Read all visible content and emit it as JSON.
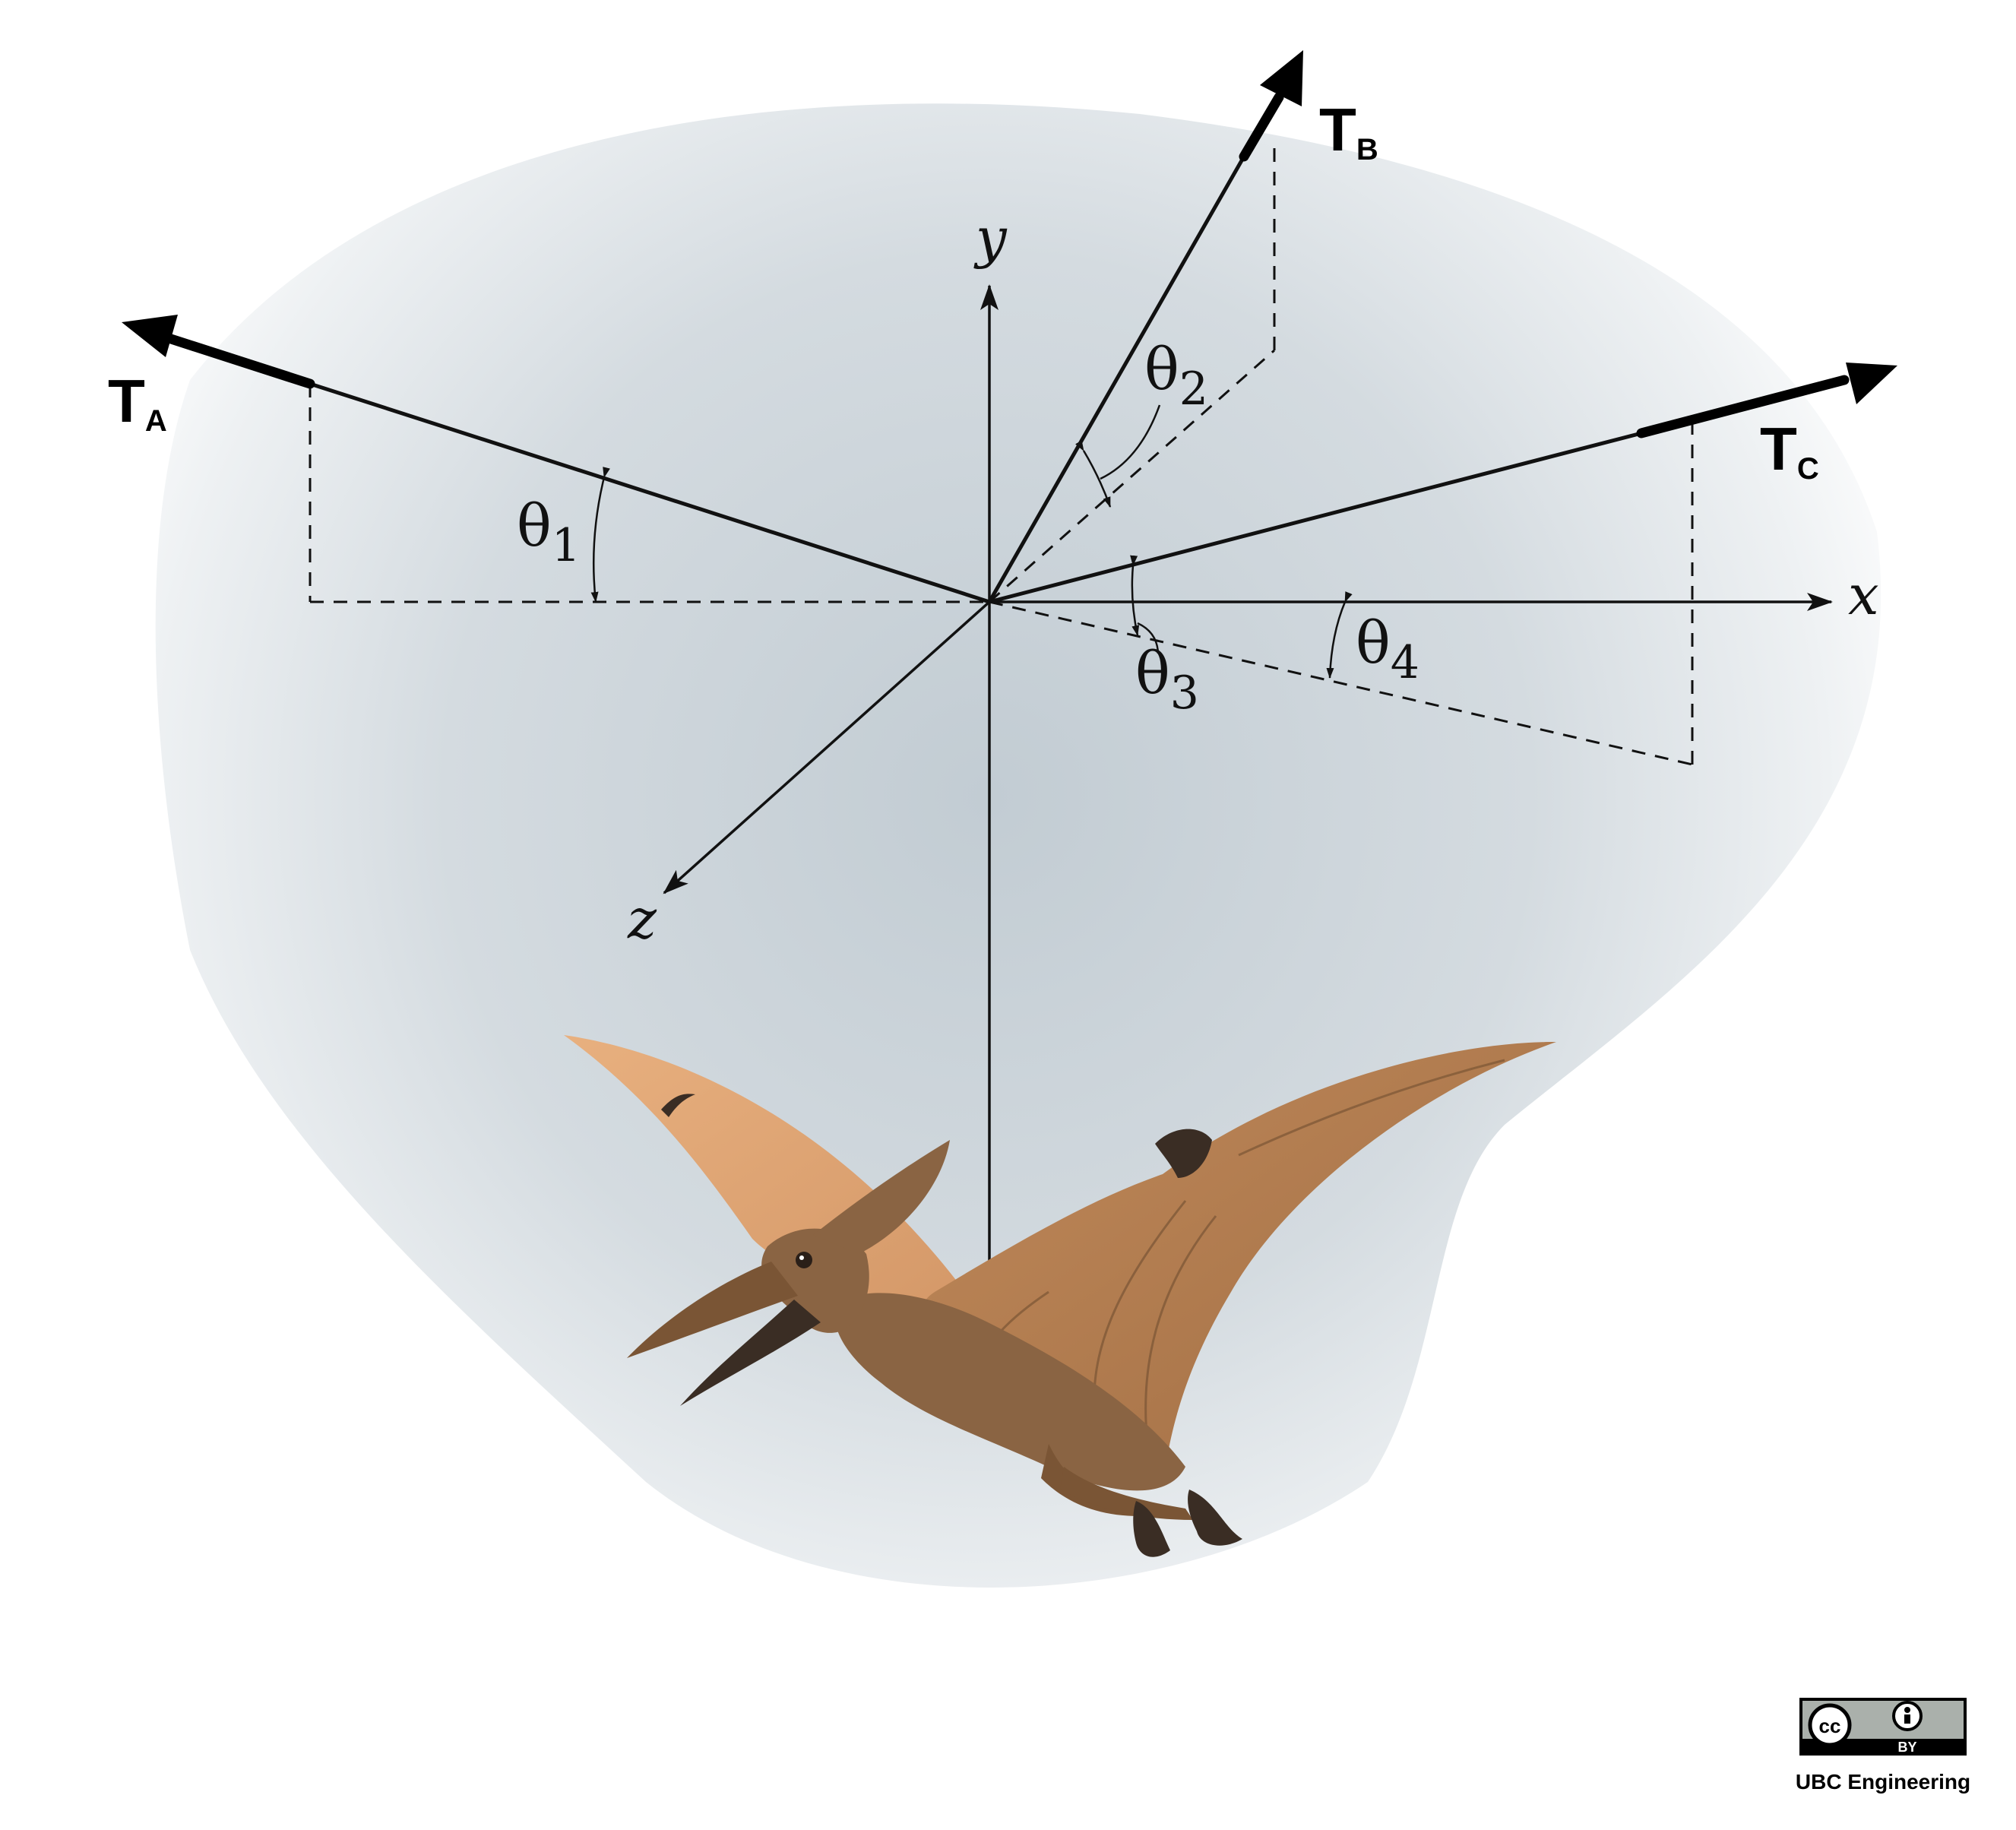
{
  "axes": {
    "x": "x",
    "y": "y",
    "z": "z"
  },
  "forces": {
    "a": {
      "main": "T",
      "sub": "A"
    },
    "b": {
      "main": "T",
      "sub": "B"
    },
    "c": {
      "main": "T",
      "sub": "C"
    }
  },
  "angles": {
    "t1": {
      "main": "θ",
      "sub": "1"
    },
    "t2": {
      "main": "θ",
      "sub": "2"
    },
    "t3": {
      "main": "θ",
      "sub": "3"
    },
    "t4": {
      "main": "θ",
      "sub": "4"
    }
  },
  "license": {
    "badge_cc": "cc",
    "badge_by": "BY",
    "credit": "UBC Engineering"
  },
  "colors": {
    "background_shadow": "#c2ccd3",
    "wing": "#b07a4c",
    "body": "#8a6443",
    "dark": "#3a2d24"
  }
}
